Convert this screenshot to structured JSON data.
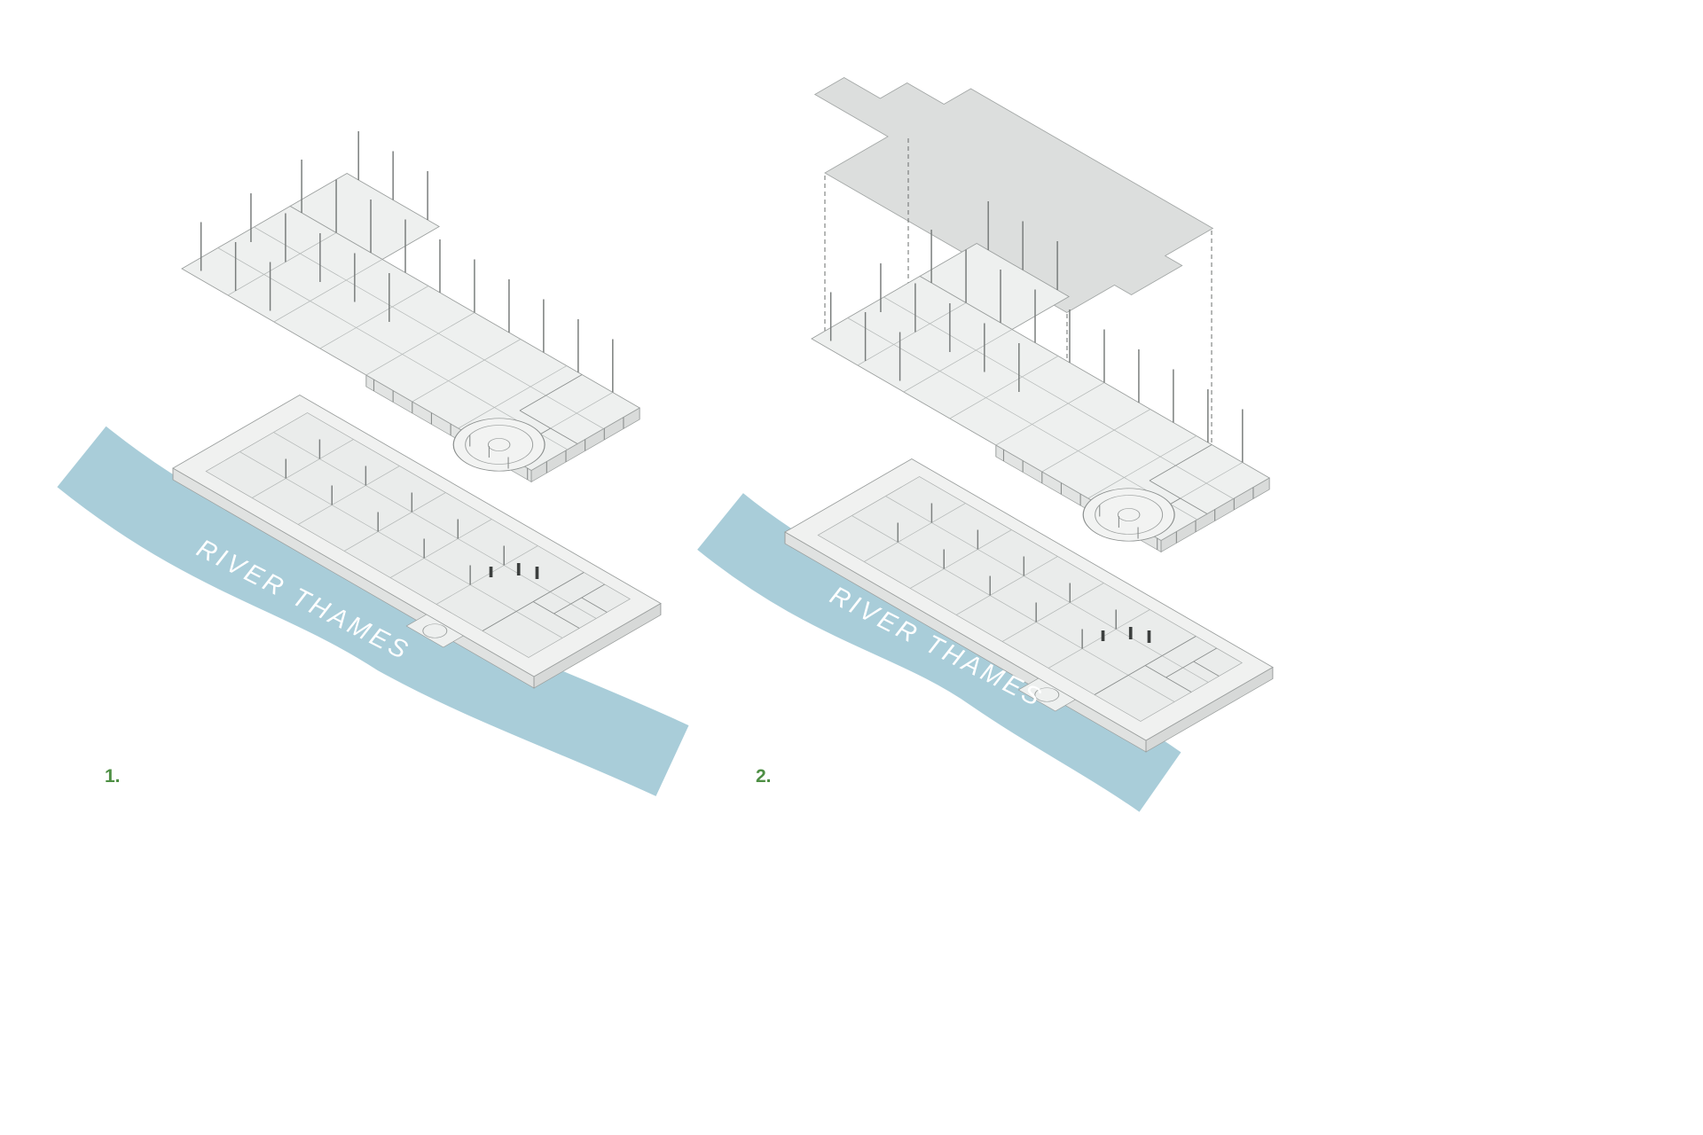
{
  "figures": [
    {
      "label": "1.",
      "river_label": "RIVER THAMES"
    },
    {
      "label": "2.",
      "river_label": "RIVER THAMES"
    }
  ],
  "colors": {
    "river": "#a9cdd9",
    "label_green": "#4e8f44",
    "roof_fill": "#dcdedd",
    "slab_fill": "#eef0ef",
    "line": "#9a9e9d"
  }
}
